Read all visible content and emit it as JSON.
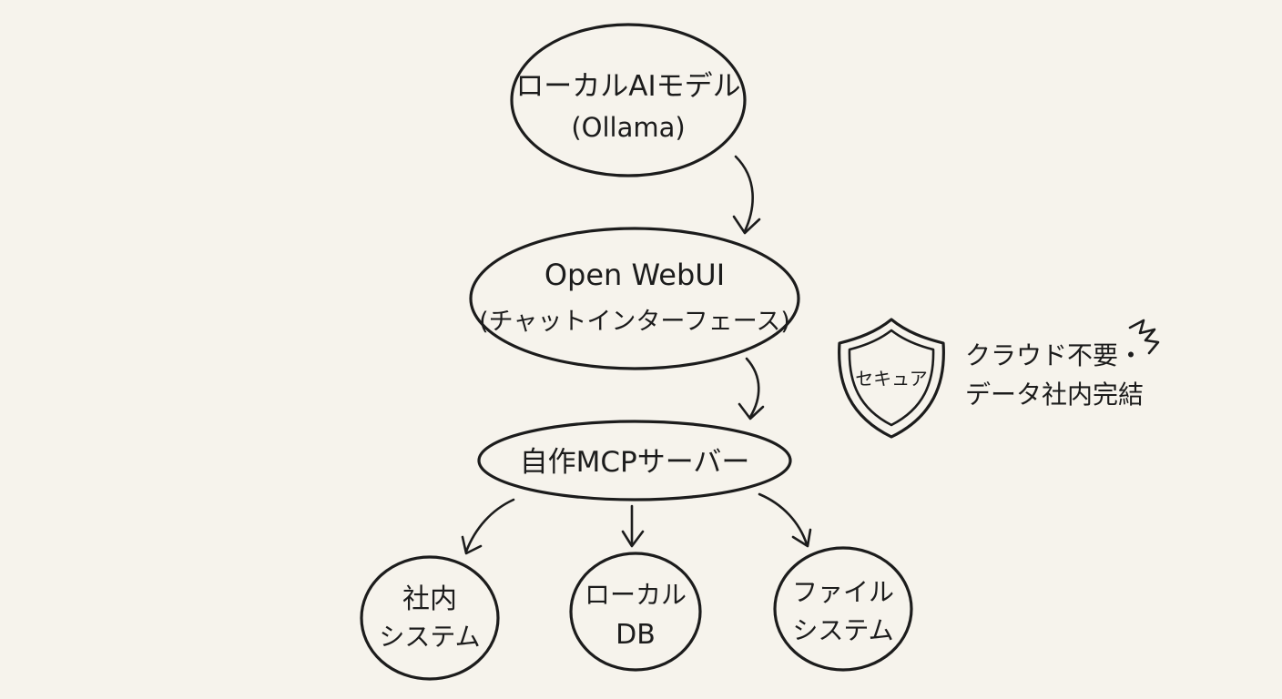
{
  "nodes": {
    "local_ai": {
      "line1": "ローカルAIモデル",
      "line2": "(Ollama)"
    },
    "open_webui": {
      "line1": "Open WebUI",
      "line2": "(チャットインターフェース)"
    },
    "mcp_server": {
      "line1": "自作MCPサーバー"
    },
    "internal_system": {
      "line1": "社内",
      "line2": "システム"
    },
    "local_db": {
      "line1": "ローカル",
      "line2": "DB"
    },
    "file_system": {
      "line1": "ファイル",
      "line2": "システム"
    }
  },
  "security": {
    "badge": "セキュア",
    "note_line1": "クラウド不要・",
    "note_line2": "データ社内完結"
  },
  "colors": {
    "background": "#f6f3ec",
    "ink": "#1c1c1c"
  }
}
